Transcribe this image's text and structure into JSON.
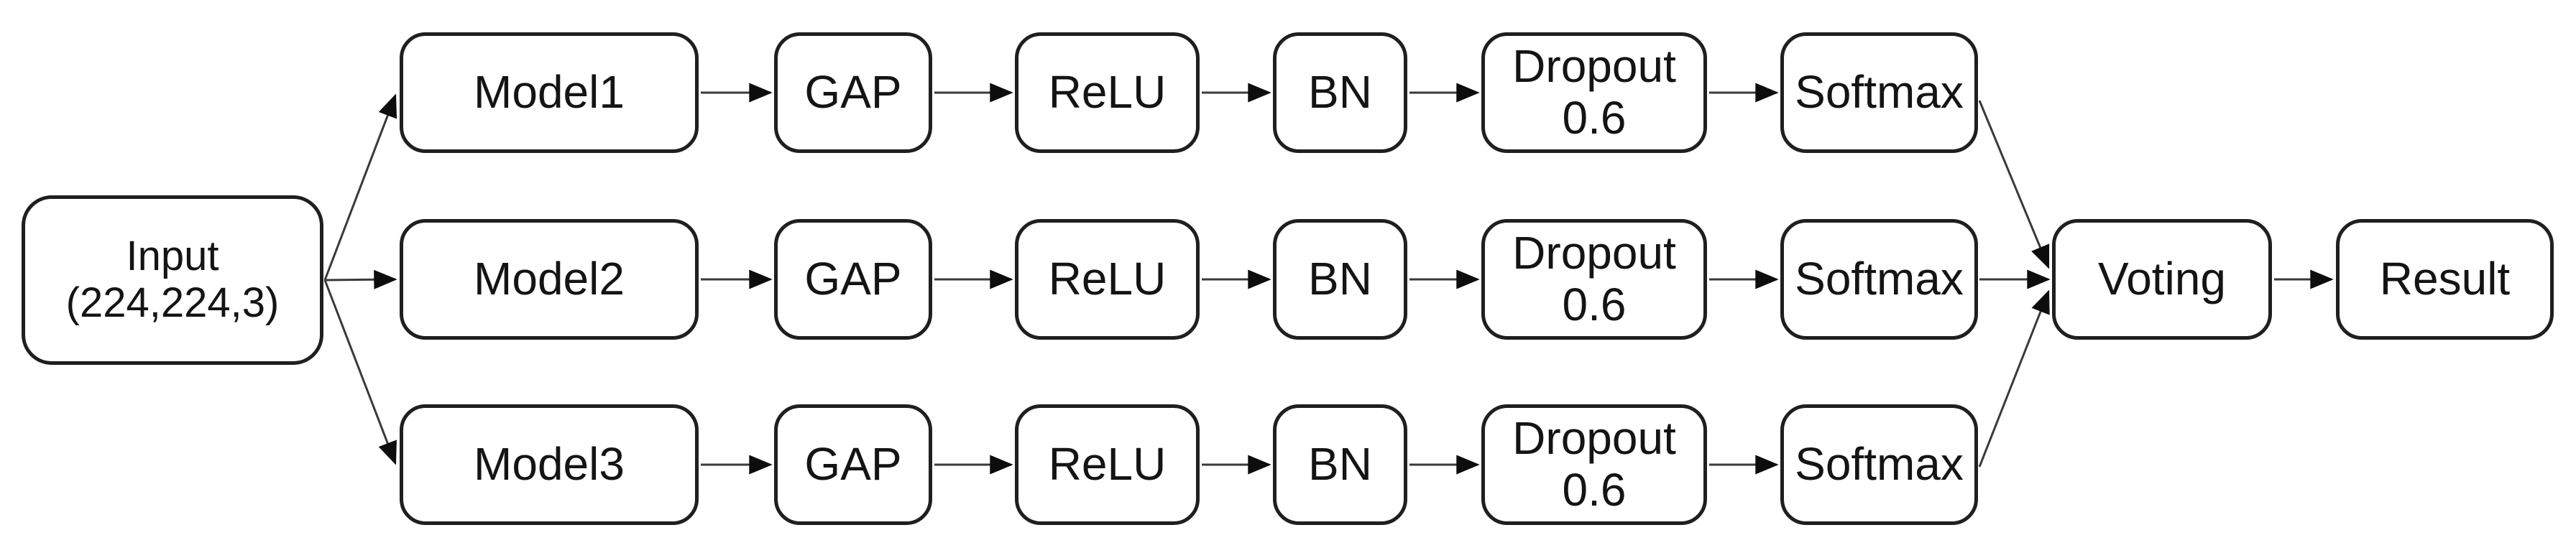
{
  "diagram": {
    "title": "ensemble-cnn-architecture",
    "input": {
      "line1": "Input",
      "line2": "(224,224,3)"
    },
    "branches": [
      {
        "model": "Model1",
        "gap": "GAP",
        "relu": "ReLU",
        "bn": "BN",
        "dropout": {
          "line1": "Dropout",
          "line2": "0.6"
        },
        "softmax": "Softmax"
      },
      {
        "model": "Model2",
        "gap": "GAP",
        "relu": "ReLU",
        "bn": "BN",
        "dropout": {
          "line1": "Dropout",
          "line2": "0.6"
        },
        "softmax": "Softmax"
      },
      {
        "model": "Model3",
        "gap": "GAP",
        "relu": "ReLU",
        "bn": "BN",
        "dropout": {
          "line1": "Dropout",
          "line2": "0.6"
        },
        "softmax": "Softmax"
      }
    ],
    "voting": "Voting",
    "result": "Result",
    "edges": [
      [
        "input",
        "model1"
      ],
      [
        "input",
        "model2"
      ],
      [
        "input",
        "model3"
      ],
      [
        "model1",
        "gap1"
      ],
      [
        "gap1",
        "relu1"
      ],
      [
        "relu1",
        "bn1"
      ],
      [
        "bn1",
        "dropout1"
      ],
      [
        "dropout1",
        "softmax1"
      ],
      [
        "model2",
        "gap2"
      ],
      [
        "gap2",
        "relu2"
      ],
      [
        "relu2",
        "bn2"
      ],
      [
        "bn2",
        "dropout2"
      ],
      [
        "dropout2",
        "softmax2"
      ],
      [
        "model3",
        "gap3"
      ],
      [
        "gap3",
        "relu3"
      ],
      [
        "relu3",
        "bn3"
      ],
      [
        "bn3",
        "dropout3"
      ],
      [
        "dropout3",
        "softmax3"
      ],
      [
        "softmax1",
        "voting"
      ],
      [
        "softmax2",
        "voting"
      ],
      [
        "softmax3",
        "voting"
      ],
      [
        "voting",
        "result"
      ]
    ],
    "colors": {
      "box_border": "#1f1f1f",
      "box_fill": "#ffffff",
      "text": "#141414",
      "connector": "#3a3a3a",
      "arrowhead": "#0d0d0d"
    }
  }
}
